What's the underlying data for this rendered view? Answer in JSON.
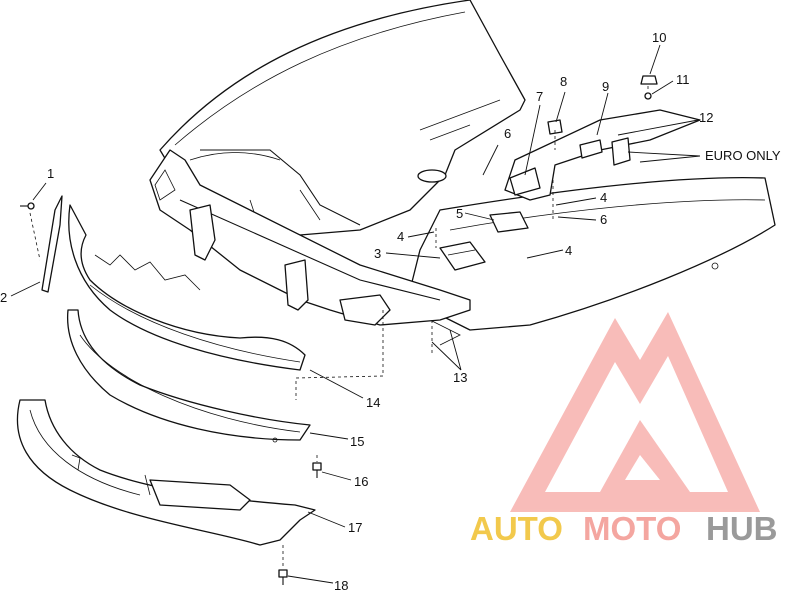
{
  "diagram": {
    "callouts": [
      {
        "id": "c1",
        "text": "1"
      },
      {
        "id": "c2",
        "text": "2"
      },
      {
        "id": "c3",
        "text": "3"
      },
      {
        "id": "c4a",
        "text": "4"
      },
      {
        "id": "c4b",
        "text": "4"
      },
      {
        "id": "c4c",
        "text": "4"
      },
      {
        "id": "c5",
        "text": "5"
      },
      {
        "id": "c6a",
        "text": "6"
      },
      {
        "id": "c6b",
        "text": "6"
      },
      {
        "id": "c7",
        "text": "7"
      },
      {
        "id": "c8",
        "text": "8"
      },
      {
        "id": "c9",
        "text": "9"
      },
      {
        "id": "c10",
        "text": "10"
      },
      {
        "id": "c11",
        "text": "11"
      },
      {
        "id": "c12",
        "text": "12"
      },
      {
        "id": "c13",
        "text": "13"
      },
      {
        "id": "c14",
        "text": "14"
      },
      {
        "id": "c15",
        "text": "15"
      },
      {
        "id": "c16",
        "text": "16"
      },
      {
        "id": "c17",
        "text": "17"
      },
      {
        "id": "c18",
        "text": "18"
      }
    ],
    "euro_note": "EURO ONLY"
  },
  "watermark": {
    "auto": "AUTO",
    "moto": "MOTO",
    "hub": "HUB",
    "colors": {
      "auto": "#f2c94c",
      "moto": "#f4a6a0",
      "hub": "#9a9a9a",
      "logo": "#f28a8a"
    }
  }
}
